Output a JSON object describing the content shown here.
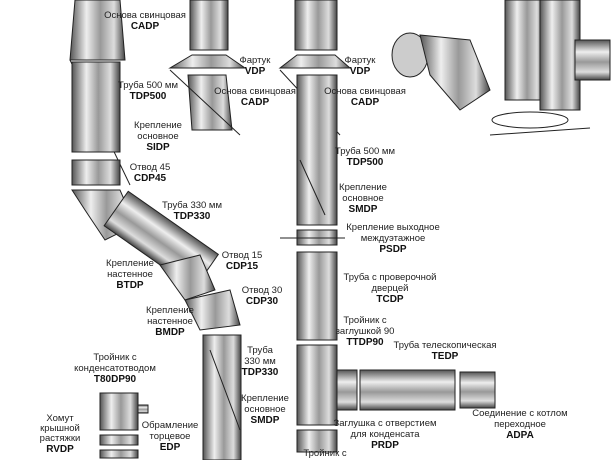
{
  "labels": [
    {
      "name": "Основа свинцовая",
      "code": "CADP"
    },
    {
      "name": "Фартук",
      "code": "VDP"
    },
    {
      "name": "Фартук",
      "code": "VDP"
    },
    {
      "name": "Труба 500 мм",
      "code": "TDP500"
    },
    {
      "name": "Основа свинцовая",
      "code": "CADP"
    },
    {
      "name": "Основа свинцовая",
      "code": "CADP"
    },
    {
      "name": "Крепление основное",
      "code": "SIDP"
    },
    {
      "name": "Отвод 45",
      "code": "CDP45"
    },
    {
      "name": "Труба 500 мм",
      "code": "TDP500"
    },
    {
      "name": "Крепление основное",
      "code": "SMDP"
    },
    {
      "name": "Труба 330 мм",
      "code": "TDP330"
    },
    {
      "name": "Крепление выходное междуэтажное",
      "code": "PSDP"
    },
    {
      "name": "Крепление настенное",
      "code": "BTDP"
    },
    {
      "name": "Отвод 15",
      "code": "CDP15"
    },
    {
      "name": "Отвод 30",
      "code": "CDP30"
    },
    {
      "name": "Труба с проверочной дверцей",
      "code": "TCDP"
    },
    {
      "name": "Крепление настенное",
      "code": "BMDP"
    },
    {
      "name": "Тройник с заглушкой 90",
      "code": "TTDP90"
    },
    {
      "name": "Труба телескопическая",
      "code": "TEDP"
    },
    {
      "name": "Тройник с конденсатотводом",
      "code": "T80DP90"
    },
    {
      "name": "Труба 330 мм",
      "code": "TDP330"
    },
    {
      "name": "Крепление основное",
      "code": "SMDP"
    },
    {
      "name": "Обрамление торцевое",
      "code": "EDP"
    },
    {
      "name": "Заглушка с отверстием для конденсата",
      "code": "PRDP"
    },
    {
      "name": "Соединение с котлом переходное",
      "code": "ADPA"
    },
    {
      "name": "Хомут крышной растяжки",
      "code": "RVDP"
    },
    {
      "name": "Тройник с",
      "code": ""
    }
  ],
  "colors": {
    "metal_dark": "#555555",
    "metal_light": "#f2f2f2",
    "text": "#222222"
  }
}
